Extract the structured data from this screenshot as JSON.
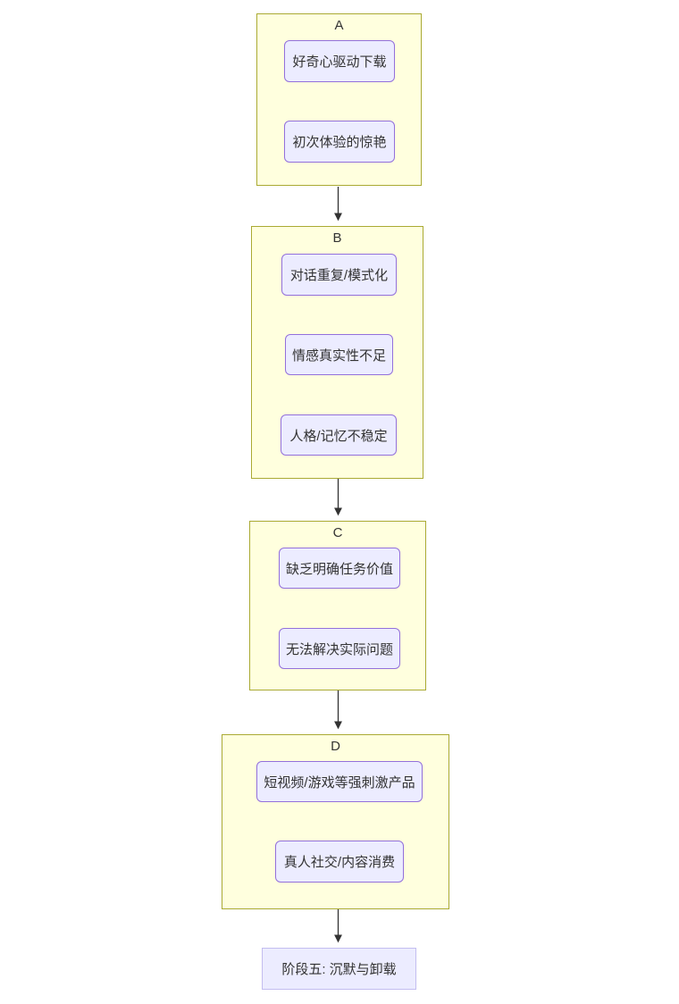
{
  "diagram": {
    "type": "flowchart-top-down",
    "colors": {
      "cluster_fill": "#ffffde",
      "cluster_border": "#aaaa33",
      "node_fill": "#ececff",
      "node_border": "#9370db",
      "final_border": "#c3bdf0",
      "text": "#333333",
      "arrow": "#333333"
    },
    "clusters": [
      {
        "label": "A",
        "nodes": [
          {
            "text": "好奇心驱动下载"
          },
          {
            "text": "初次体验的惊艳"
          }
        ]
      },
      {
        "label": "B",
        "nodes": [
          {
            "text": "对话重复/模式化"
          },
          {
            "text": "情感真实性不足"
          },
          {
            "text": "人格/记忆不稳定"
          }
        ]
      },
      {
        "label": "C",
        "nodes": [
          {
            "text": "缺乏明确任务价值"
          },
          {
            "text": "无法解决实际问题"
          }
        ]
      },
      {
        "label": "D",
        "nodes": [
          {
            "text": "短视频/游戏等强刺激产品"
          },
          {
            "text": "真人社交/内容消费"
          }
        ]
      }
    ],
    "final_node": {
      "label": "阶段五: 沉默与卸载"
    },
    "edges": [
      {
        "from": "A",
        "to": "B"
      },
      {
        "from": "B",
        "to": "C"
      },
      {
        "from": "C",
        "to": "D"
      },
      {
        "from": "D",
        "to": "final"
      }
    ]
  }
}
